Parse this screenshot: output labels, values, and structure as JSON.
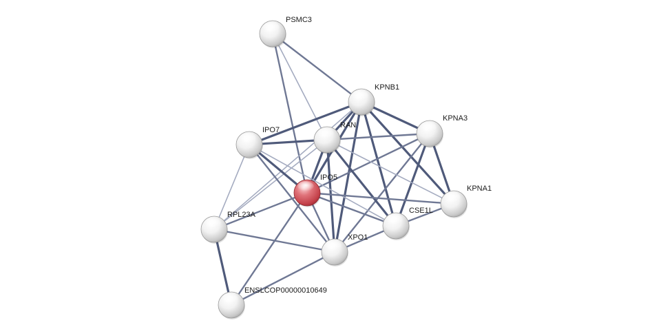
{
  "colors": {
    "background": "#ffffff",
    "edge_strong": "#4f5a7a",
    "edge_medium": "#6f7894",
    "edge_weak": "#a4abc0",
    "node_default": "#e9e9e9",
    "node_query": "#d9626a"
  },
  "nodes": [
    {
      "id": "PSMC3",
      "label": "PSMC3",
      "query": false
    },
    {
      "id": "KPNB1",
      "label": "KPNB1",
      "query": false
    },
    {
      "id": "KPNA3",
      "label": "KPNA3",
      "query": false
    },
    {
      "id": "RAN",
      "label": "RAN",
      "query": false
    },
    {
      "id": "IPO7",
      "label": "IPO7",
      "query": false
    },
    {
      "id": "IPO5",
      "label": "IPO5",
      "query": true
    },
    {
      "id": "KPNA1",
      "label": "KPNA1",
      "query": false
    },
    {
      "id": "CSE1L",
      "label": "CSE1L",
      "query": false
    },
    {
      "id": "RPL23A",
      "label": "RPL23A",
      "query": false
    },
    {
      "id": "XPO1",
      "label": "XPO1",
      "query": false
    },
    {
      "id": "ENSLCOP00000010649",
      "label": "ENSLCOP00000010649",
      "query": false
    }
  ],
  "edges": [
    {
      "source": "PSMC3",
      "target": "KPNB1",
      "strength": "medium"
    },
    {
      "source": "PSMC3",
      "target": "IPO5",
      "strength": "medium"
    },
    {
      "source": "PSMC3",
      "target": "RAN",
      "strength": "weak"
    },
    {
      "source": "KPNB1",
      "target": "KPNA3",
      "strength": "strong"
    },
    {
      "source": "KPNB1",
      "target": "RAN",
      "strength": "strong"
    },
    {
      "source": "KPNB1",
      "target": "IPO7",
      "strength": "strong"
    },
    {
      "source": "KPNB1",
      "target": "IPO5",
      "strength": "strong"
    },
    {
      "source": "KPNB1",
      "target": "KPNA1",
      "strength": "strong"
    },
    {
      "source": "KPNB1",
      "target": "CSE1L",
      "strength": "strong"
    },
    {
      "source": "KPNB1",
      "target": "XPO1",
      "strength": "strong"
    },
    {
      "source": "KPNB1",
      "target": "RPL23A",
      "strength": "weak"
    },
    {
      "source": "KPNA3",
      "target": "RAN",
      "strength": "medium"
    },
    {
      "source": "KPNA3",
      "target": "IPO5",
      "strength": "medium"
    },
    {
      "source": "KPNA3",
      "target": "KPNA1",
      "strength": "strong"
    },
    {
      "source": "KPNA3",
      "target": "CSE1L",
      "strength": "strong"
    },
    {
      "source": "KPNA3",
      "target": "XPO1",
      "strength": "medium"
    },
    {
      "source": "RAN",
      "target": "IPO7",
      "strength": "strong"
    },
    {
      "source": "RAN",
      "target": "IPO5",
      "strength": "strong"
    },
    {
      "source": "RAN",
      "target": "CSE1L",
      "strength": "strong"
    },
    {
      "source": "RAN",
      "target": "XPO1",
      "strength": "strong"
    },
    {
      "source": "RAN",
      "target": "KPNA1",
      "strength": "weak"
    },
    {
      "source": "RAN",
      "target": "RPL23A",
      "strength": "weak"
    },
    {
      "source": "IPO7",
      "target": "IPO5",
      "strength": "strong"
    },
    {
      "source": "IPO7",
      "target": "RPL23A",
      "strength": "weak"
    },
    {
      "source": "IPO7",
      "target": "XPO1",
      "strength": "medium"
    },
    {
      "source": "IPO7",
      "target": "CSE1L",
      "strength": "weak"
    },
    {
      "source": "IPO5",
      "target": "KPNA1",
      "strength": "medium"
    },
    {
      "source": "IPO5",
      "target": "CSE1L",
      "strength": "medium"
    },
    {
      "source": "IPO5",
      "target": "RPL23A",
      "strength": "medium"
    },
    {
      "source": "IPO5",
      "target": "XPO1",
      "strength": "medium"
    },
    {
      "source": "IPO5",
      "target": "ENSLCOP00000010649",
      "strength": "medium"
    },
    {
      "source": "KPNA1",
      "target": "CSE1L",
      "strength": "medium"
    },
    {
      "source": "CSE1L",
      "target": "XPO1",
      "strength": "medium"
    },
    {
      "source": "RPL23A",
      "target": "XPO1",
      "strength": "medium"
    },
    {
      "source": "RPL23A",
      "target": "ENSLCOP00000010649",
      "strength": "strong"
    },
    {
      "source": "XPO1",
      "target": "ENSLCOP00000010649",
      "strength": "medium"
    }
  ]
}
